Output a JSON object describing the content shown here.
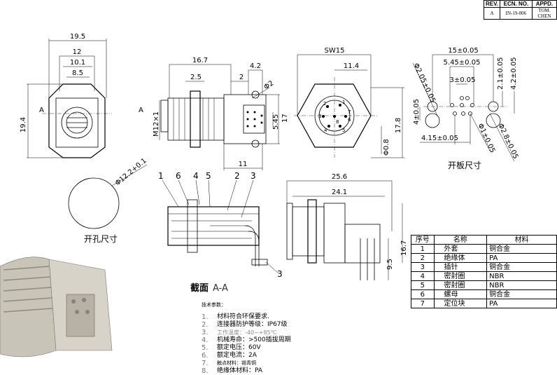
{
  "title_block": {
    "headers": [
      "REV.",
      "ECN. NO.",
      "APPD."
    ],
    "row": [
      "A",
      "IN-19-006",
      "TOM. CHEN"
    ]
  },
  "front_view": {
    "dims": [
      "19.5",
      "12",
      "10.1",
      "8.5",
      "19.4"
    ],
    "section_marks": [
      "A",
      "A"
    ]
  },
  "side_view": {
    "dims": [
      "16.7",
      "2.5",
      "2",
      "4.2",
      "Φ2",
      "M12×1",
      "5.45",
      "17",
      "11"
    ]
  },
  "face_view": {
    "dims": [
      "SW15",
      "11.4",
      "17.8",
      "Φ0.8"
    ],
    "pins": [
      "1",
      "2",
      "3",
      "4",
      "5",
      "6",
      "7",
      "8"
    ]
  },
  "panel_cutout": {
    "title": "开板尺寸",
    "dims": [
      "15±0.05",
      "5.45±0.05",
      "3±0.05",
      "2.1±0.05",
      "4.2±0.05",
      "Φ2.05±0.05",
      "4±0.05",
      "4.15±0.05",
      "Φ1±0.05",
      "Φ2.8±0.05"
    ]
  },
  "hole": {
    "title": "开孔尺寸",
    "dim": "Φ12.2+0.1"
  },
  "section": {
    "title": "截面",
    "label": "A-A",
    "callouts": [
      "1",
      "6",
      "4",
      "5",
      "2",
      "3",
      "3"
    ]
  },
  "bottom_view": {
    "dims": [
      "25.6",
      "24.1",
      "16.7",
      "9.5"
    ]
  },
  "parts_table": {
    "headers": [
      "序号",
      "名称",
      "材料"
    ],
    "rows": [
      [
        "1",
        "外套",
        "铜合金"
      ],
      [
        "2",
        "绝缘体",
        "PA"
      ],
      [
        "3",
        "插针",
        "铜合金"
      ],
      [
        "4",
        "密封圈",
        "NBR"
      ],
      [
        "5",
        "密封圈",
        "NBR"
      ],
      [
        "6",
        "螺母",
        "铜合金"
      ],
      [
        "7",
        "定位块",
        "PA"
      ]
    ]
  },
  "notes": {
    "heading": "技术参数：",
    "items": [
      [
        "1.",
        "材料符合环保要求."
      ],
      [
        "2.",
        "连接器防护等级：IP67级"
      ],
      [
        "3.",
        "工作温度：-40~+85℃"
      ],
      [
        "4.",
        "机械寿命：>500插拔周期"
      ],
      [
        "5.",
        "额定电压：60V"
      ],
      [
        "6.",
        "额定电流：2A"
      ],
      [
        "7.",
        "触点材料：锡青铜"
      ],
      [
        "8.",
        "绝缘体材料：PA"
      ]
    ]
  }
}
